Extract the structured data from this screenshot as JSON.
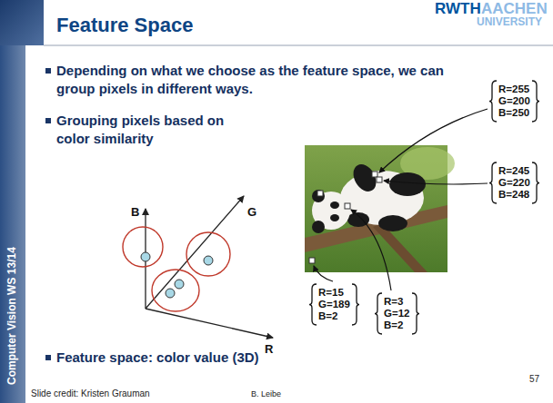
{
  "diagram": {
    "title": "Feature Space",
    "nodes": [
      {
        "text": [
          "R=255 G=200 B=250"
        ]
      },
      {
        "text": [
          "R=245 G=220 B=248"
        ]
      },
      {
        "text": [
          "R=15 G=189 B=2"
        ]
      },
      {
        "text": [
          "R=3 G=12 B=2"
        ]
      }
    ],
    "labels": [
      "Depending on what we choose as the feature space, we can group pixels in different ways.",
      "Grouping pixels based on color similarity",
      "B",
      "G",
      "R",
      "Feature space: color value (3D)",
      "Computer Vision WS 13/14",
      "Slide credit: Kristen Grauman",
      "B. Leibe",
      "57",
      "RWTH",
      "AACHEN",
      "UNIVERSITY"
    ]
  }
}
